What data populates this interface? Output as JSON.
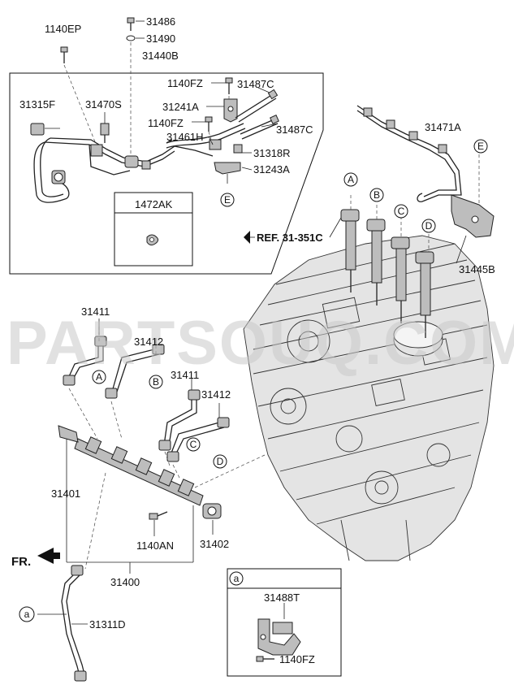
{
  "labels": {
    "p1140EP": "1140EP",
    "p31486": "31486",
    "p31490": "31490",
    "p31440B": "31440B",
    "p1140FZ_top": "1140FZ",
    "p31487C_1": "31487C",
    "p31315F": "31315F",
    "p31470S": "31470S",
    "p31241A": "31241A",
    "p1140FZ_mid": "1140FZ",
    "p31487C_2": "31487C",
    "p31461H": "31461H",
    "p31318R": "31318R",
    "p31243A": "31243A",
    "p1472AK": "1472AK",
    "p31471A": "31471A",
    "ref": "REF. 31-351C",
    "p31445B": "31445B",
    "p31411_1": "31411",
    "p31412_1": "31412",
    "p31411_2": "31411",
    "p31412_2": "31412",
    "p31401": "31401",
    "p1140AN": "1140AN",
    "p31402": "31402",
    "p31400": "31400",
    "fr": "FR.",
    "p31311D": "31311D",
    "p31488T": "31488T",
    "p1140FZ_inset": "1140FZ"
  },
  "callouts": {
    "A": "A",
    "B": "B",
    "C": "C",
    "D": "D",
    "E": "E",
    "a": "a"
  },
  "watermark": "PARTSOUQ.COM"
}
